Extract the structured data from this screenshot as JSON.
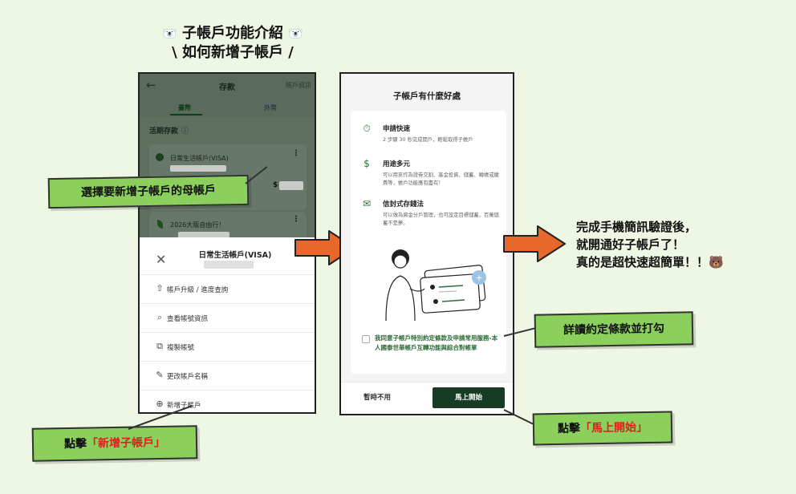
{
  "header": {
    "line1": "子帳戶功能介紹",
    "line2": "\\ 如何新增子帳戶 /",
    "bear": "🐻‍❄️"
  },
  "phone1": {
    "topbar": {
      "back": "←",
      "title": "存款",
      "right": "帳戶資訊"
    },
    "tabs": [
      "臺幣",
      "外幣"
    ],
    "section": {
      "title": "活期存款",
      "info": "ⓘ"
    },
    "card1": {
      "name": "日常生活帳戶(VISA)",
      "amount_prefix": "$"
    },
    "card2": {
      "name": "2026大阪自由行！"
    },
    "sheet": {
      "close": "✕",
      "title": "日常生活帳戶(VISA)",
      "items": [
        {
          "icon": "⇧",
          "label": "帳戶升級 / 進度查詢"
        },
        {
          "icon": "⌕",
          "label": "查看帳號資訊"
        },
        {
          "icon": "⧉",
          "label": "複製帳號"
        },
        {
          "icon": "✎",
          "label": "更改帳戶名稱"
        },
        {
          "icon": "⊕",
          "label": "新增子帳戶"
        }
      ]
    }
  },
  "phone2": {
    "title": "子帳戶有什麼好處",
    "features": [
      {
        "icon": "⏱",
        "heading": "申請快速",
        "desc": "2 步驟 30 秒完成開戶，輕鬆取得子帳戶"
      },
      {
        "icon": "$",
        "heading": "用途多元",
        "desc": "可以用來作為證券交割、基金投資、儲蓄、轉帳或繳費等，帳戶功能應有盡有！"
      },
      {
        "icon": "✉",
        "heading": "信封式存錢法",
        "desc": "可以做為資金分戶管理，也可設定目標儲蓄，百萬儲蓄不是夢。"
      }
    ],
    "agree": "我同意子帳戶特別約定條款及申請常用服務-本人國泰世華帳戶互轉功能與綜合對帳單",
    "btn_later": "暫時不用",
    "btn_start": "馬上開始"
  },
  "callouts": {
    "select": "選擇要新增子帳戶的母帳戶",
    "add_prefix": "點擊",
    "add_highlight": "「新增子帳戶」",
    "agree": "詳讀約定條款並打勾",
    "start_prefix": "點擊",
    "start_highlight": "「馬上開始」"
  },
  "outro": {
    "line1": "完成手機簡訊驗證後，",
    "line2": "就開通好子帳戶了！",
    "line3": "真的是超快速超簡單！！🐻"
  },
  "colors": {
    "callout_green": "#8bd05c",
    "arrow_orange": "#e8672b",
    "highlight_red": "#e02020",
    "primary_dark_green": "#173b24"
  }
}
